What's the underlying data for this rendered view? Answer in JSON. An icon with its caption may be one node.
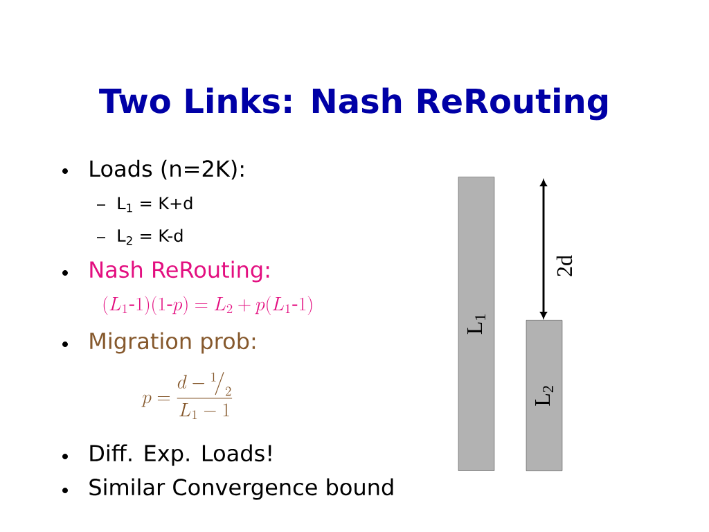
{
  "diagram": {
    "title": "Two Links: Nash ReRouting",
    "nodes": [
      {
        "text": [
          "L$_{1}$"
        ]
      },
      {
        "text": [
          "L$_{2}$"
        ]
      }
    ],
    "labels": [
      "Loads (n=2K):",
      "L$_{1}$ = K+d",
      "L$_{2}$ = K-d",
      "Nash ReRouting:",
      "(L_1\\text{-}1)(1\\text{-}p) = L_2 + p(L_1\\text{-}1)",
      "Migration prob:",
      "p = \\frac{d-{}^{1}\\!\\big/_{2}}{L_1-1}",
      "Diff. Exp. Loads!",
      "Similar Convergence bound",
      "2d"
    ]
  }
}
